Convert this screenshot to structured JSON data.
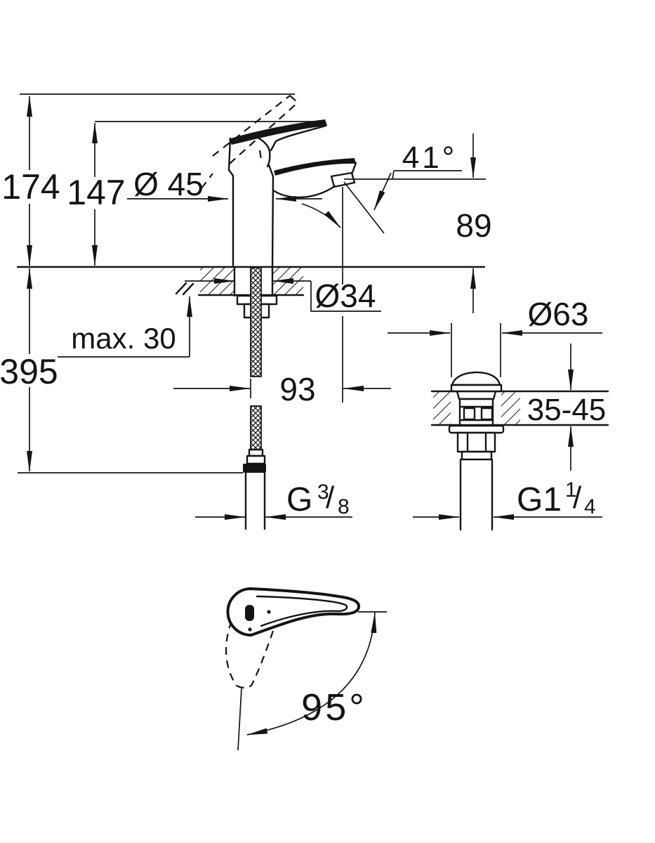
{
  "page": {
    "paper_color": "#ffffff",
    "ink_color": "#141414"
  },
  "drawing": {
    "labels": {
      "overall_height": "174",
      "lever_height": "147",
      "base_diameter": "Ø 45",
      "spout_angle": "41°",
      "spout_height": "89",
      "hole_diameter": "Ø34",
      "max_counter_thickness": "max. 30",
      "total_depth": "395",
      "spout_projection": "93",
      "waste_flange_diameter": "Ø63",
      "waste_counter_thickness": "35-45",
      "supply_thread": {
        "prefix": "G",
        "sup": "3",
        "slash": "/",
        "sub": "8"
      },
      "waste_thread": {
        "prefix": "G1",
        "sup": "1",
        "slash": "/",
        "sub": "4"
      },
      "handle_swing_angle": "95°"
    }
  }
}
